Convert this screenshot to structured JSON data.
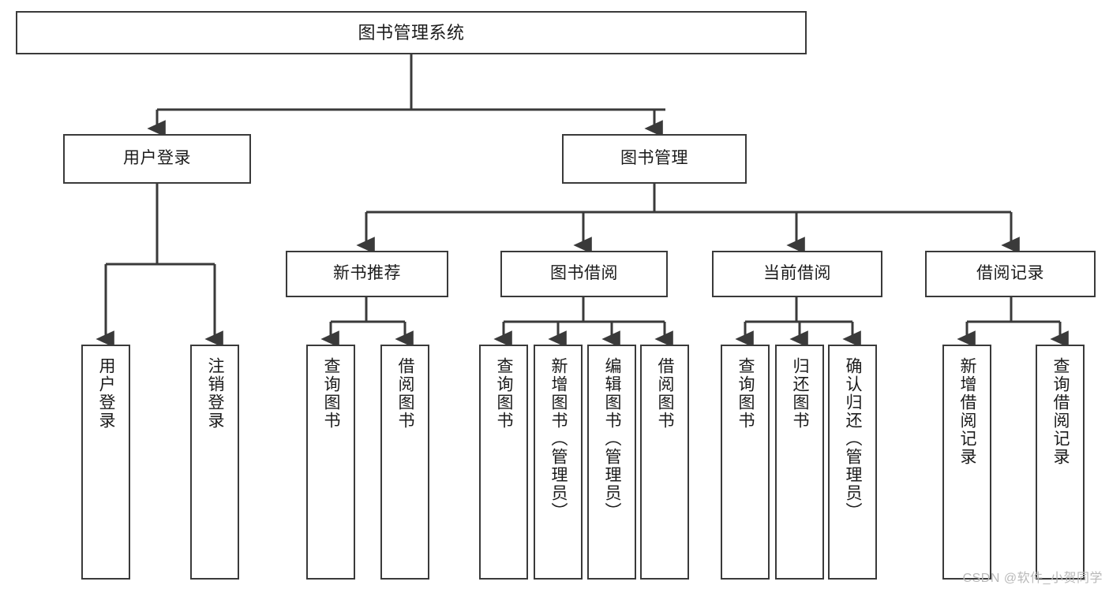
{
  "diagram": {
    "title": "图书管理系统",
    "watermark": "CSDN @软件_小贺同学",
    "type": "tree-hierarchy-chart",
    "line_color": "#3a3a3a",
    "background_color": "#ffffff",
    "nodes": {
      "root": {
        "label": "图书管理系统"
      },
      "level2": [
        {
          "label": "用户登录"
        },
        {
          "label": "图书管理"
        }
      ],
      "level3": [
        {
          "label": "新书推荐"
        },
        {
          "label": "图书借阅"
        },
        {
          "label": "当前借阅"
        },
        {
          "label": "借阅记录"
        }
      ],
      "leaves": {
        "user_login": [
          {
            "label": "用户登录"
          },
          {
            "label": "注销登录"
          }
        ],
        "new_book_recommend": [
          {
            "label": "查询图书"
          },
          {
            "label": "借阅图书"
          }
        ],
        "book_borrow": [
          {
            "label": "查询图书"
          },
          {
            "label": "新增图书（管理员）"
          },
          {
            "label": "编辑图书（管理员）"
          },
          {
            "label": "借阅图书"
          }
        ],
        "current_borrow": [
          {
            "label": "查询图书"
          },
          {
            "label": "归还图书"
          },
          {
            "label": "确认归还（管理员）"
          }
        ],
        "borrow_record": [
          {
            "label": "新增借阅记录"
          },
          {
            "label": "查询借阅记录"
          }
        ]
      }
    }
  }
}
